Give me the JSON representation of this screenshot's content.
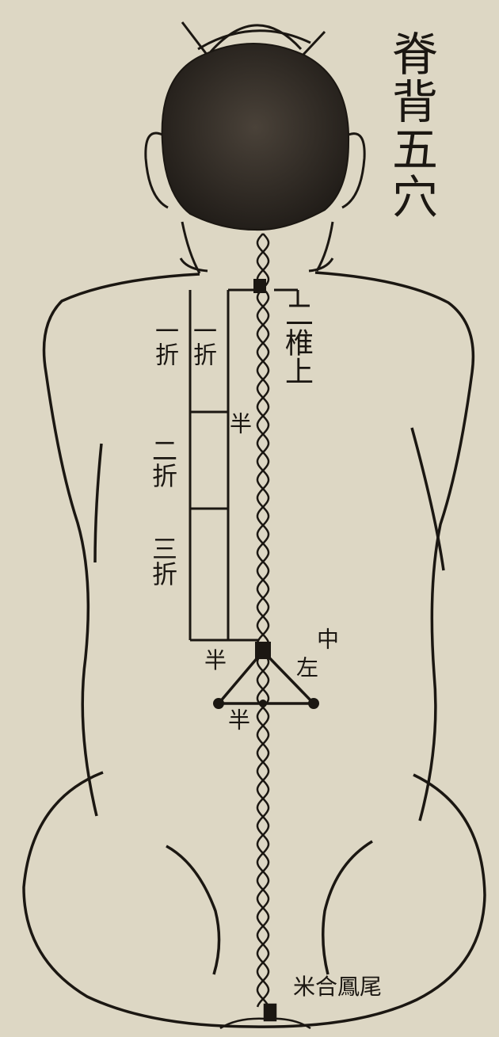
{
  "title": "脊背五穴",
  "labels": {
    "two_vertebrae": "二椎上",
    "half_upper": "半",
    "fold_one_outer": "一折",
    "fold_one_inner": "一折",
    "fold_two": "二折",
    "fold_three": "三折",
    "middle": "中",
    "left_point": "半",
    "right_point": "左",
    "half_lower": "半",
    "footnote": "米合鳳尾"
  },
  "colors": {
    "paper": "#ddd7c4",
    "ink": "#1b1712",
    "hair": "#2a2520"
  }
}
